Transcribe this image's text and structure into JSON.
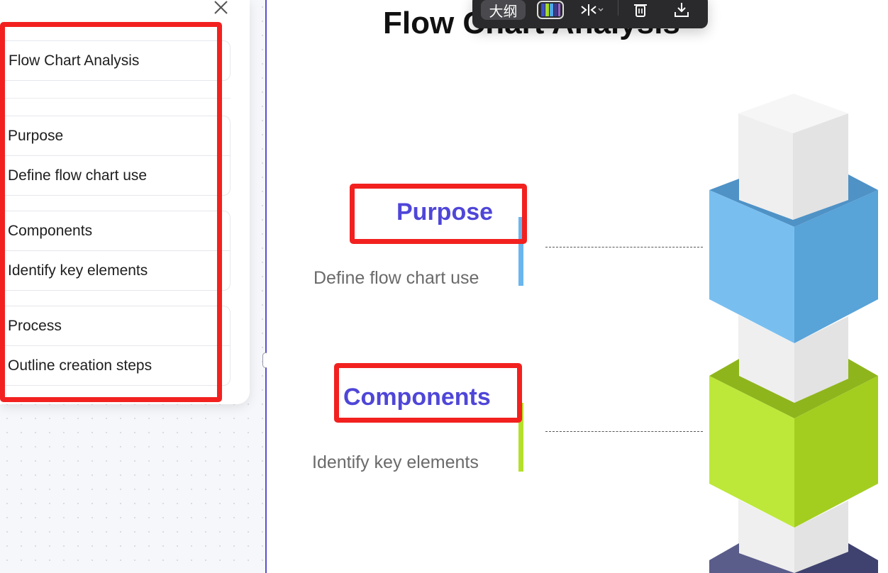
{
  "outline_panel": {
    "title_item": "Flow Chart Analysis",
    "sections": [
      {
        "heading": "Purpose",
        "detail": "Define flow chart use"
      },
      {
        "heading": "Components",
        "detail": "Identify key elements"
      },
      {
        "heading": "Process",
        "detail": "Outline creation steps"
      }
    ]
  },
  "toolbar": {
    "outline_label": "大纲",
    "icons": [
      "theme-palette-icon",
      "layout-split-icon",
      "chevron-down-icon",
      "trash-icon",
      "download-icon"
    ]
  },
  "canvas": {
    "title": "Flow Chart Analysis",
    "items": [
      {
        "heading": "Purpose",
        "detail": "Define flow chart use",
        "color": "#6ab6ee"
      },
      {
        "heading": "Components",
        "detail": "Identify key elements",
        "color": "#b5e02a"
      }
    ],
    "accent_heading_color": "#4f46d8",
    "highlight_color": "#f2211f"
  }
}
